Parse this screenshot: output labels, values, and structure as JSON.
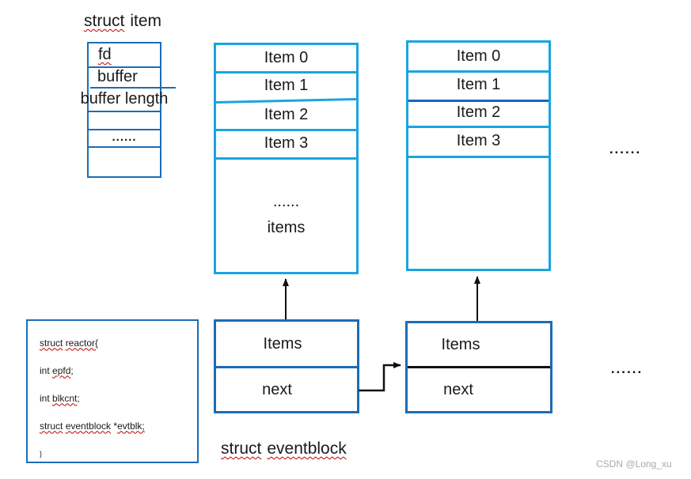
{
  "title": {
    "keyword": "struct",
    "name": "item"
  },
  "struct_item": {
    "fd": "fd",
    "buffer": "buffer",
    "buffer_length": "buffer length",
    "dots": "......"
  },
  "item_array_1": {
    "item0": "Item 0",
    "item1": "Item 1",
    "item2": "Item 2",
    "item3": "Item 3",
    "dots": "......",
    "items_label": "items"
  },
  "item_array_2": {
    "item0": "Item 0",
    "item1": "Item 1",
    "item2": "Item 2",
    "item3": "Item 3"
  },
  "ellipsis_top": "......",
  "ellipsis_bottom": "......",
  "node1": {
    "items": "Items",
    "next": "next"
  },
  "node2": {
    "items": "Items",
    "next": "next"
  },
  "caption": {
    "keyword": "struct",
    "name": "eventblock"
  },
  "code_box": {
    "lines": [
      [
        {
          "t": "struct",
          "sq": true
        },
        {
          "t": " "
        },
        {
          "t": "reactor{",
          "sq": true
        }
      ],
      [
        {
          "t": "int "
        },
        {
          "t": "epfd",
          "sq": true
        },
        {
          "t": ";"
        }
      ],
      [
        {
          "t": "int "
        },
        {
          "t": "blkcnt",
          "sq": true
        },
        {
          "t": ";"
        }
      ],
      [
        {
          "t": "struct",
          "sq": true
        },
        {
          "t": " "
        },
        {
          "t": "eventblock",
          "sq": true
        },
        {
          "t": " *"
        },
        {
          "t": "evtblk;",
          "sq": true
        }
      ],
      [
        {
          "t": "}",
          "small": true
        }
      ]
    ]
  },
  "watermark": "CSDN @Long_xu",
  "colors": {
    "light_blue": "#19A5DF",
    "dark_blue": "#1C6CB6",
    "navy_divider": "#1565C0",
    "squiggle_red": "#C00000",
    "arrow_black": "#111111",
    "watermark_gray": "#AAAAAA"
  }
}
